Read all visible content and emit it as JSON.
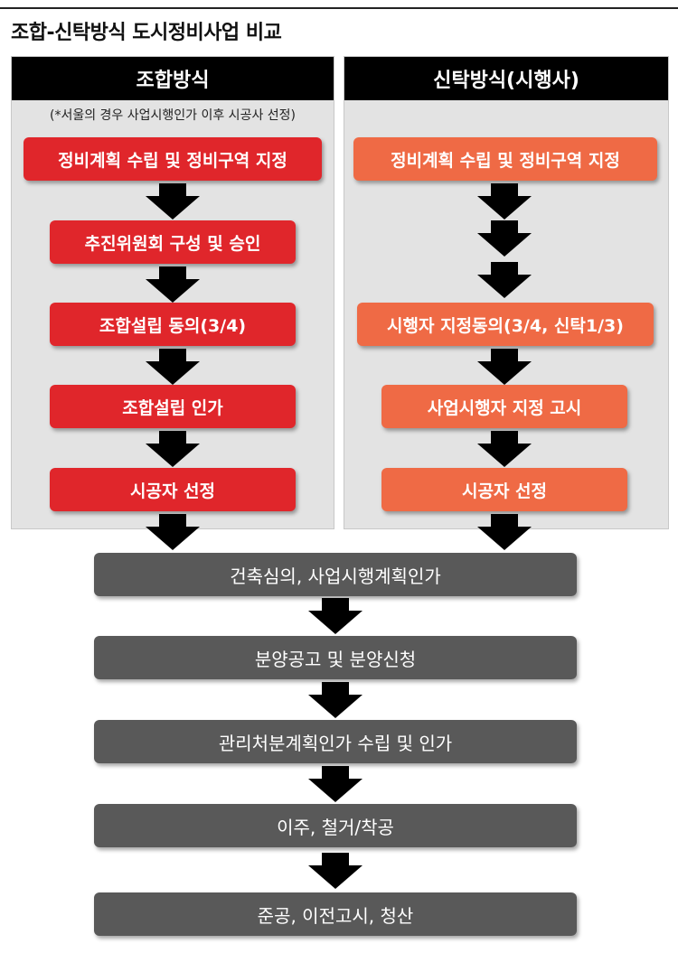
{
  "title": "조합-신탁방식 도시정비사업 비교",
  "left": {
    "header": "조합방식",
    "note": "(*서울의 경우 사업시행인가 이후 시공사 선정)",
    "steps": [
      "정비계획 수립 및 정비구역 지정",
      "추진위원회 구성 및 승인",
      "조합설립 동의(3/4)",
      "조합설립 인가",
      "시공자 선정"
    ]
  },
  "right": {
    "header": "신탁방식(시행사)",
    "steps": [
      "정비계획 수립 및 정비구역 지정",
      "시행자 지정동의(3/4, 신탁1/3)",
      "사업시행자 지정 고시",
      "시공자 선정"
    ]
  },
  "common_steps": [
    "건축심의, 사업시행계획인가",
    "분양공고 및 분양신청",
    "관리처분계획인가 수립 및 인가",
    "이주, 철거/착공",
    "준공, 이전고시, 청산"
  ],
  "colors": {
    "left_box": "#e0262b",
    "right_box": "#ef6a45",
    "common_box": "#595959",
    "header": "#000000",
    "panel": "#e3e3e3"
  }
}
